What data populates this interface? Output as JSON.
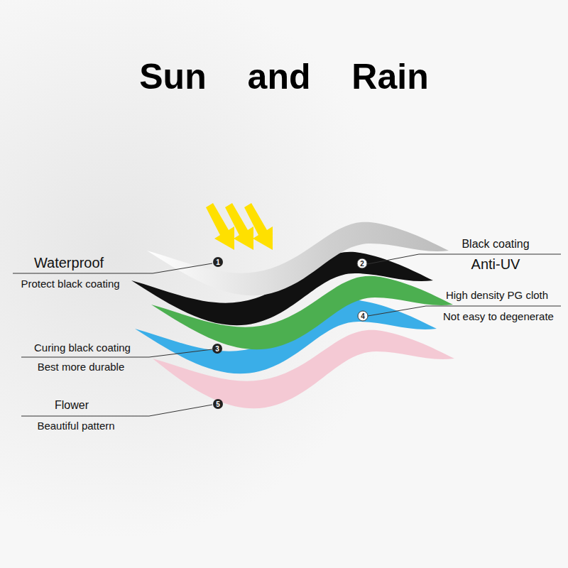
{
  "diagram": {
    "title": "Sun and Rain",
    "labels": [
      "1",
      "Waterproof",
      "Protect black coating",
      "2",
      "Black coating",
      "Anti-UV",
      "High density PG cloth",
      "Not easy to degenerate",
      "4",
      "Curing black coating",
      "Best more durable",
      "3",
      "Flower",
      "Beautiful pattern",
      "5"
    ]
  }
}
